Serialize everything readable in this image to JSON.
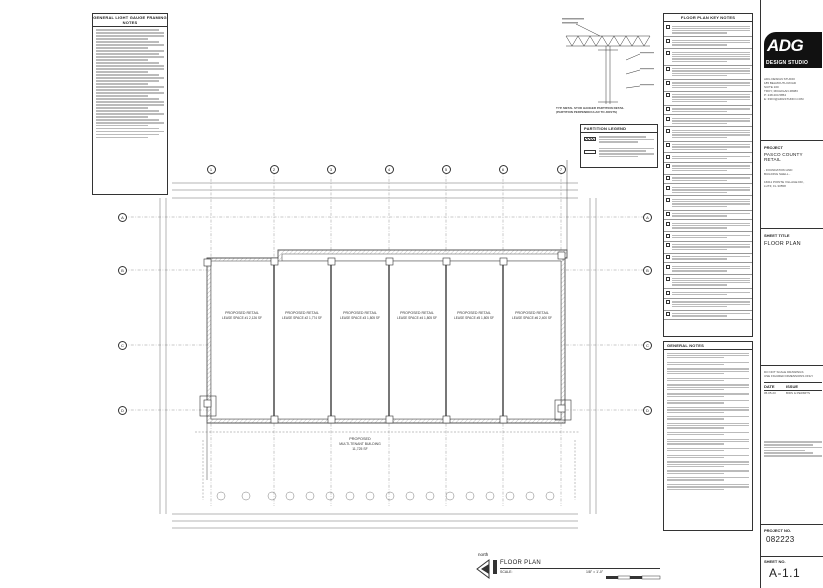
{
  "firm": {
    "logo": "ADG",
    "name": "DESIGN STUDIO",
    "address_lines": [
      "ADG DESIGN STUDIO",
      "185 BELMOUTH ROAD",
      "SUITE 100",
      "TROY, MICHIGAN 48083",
      "P: 248.204.5854",
      "E: INFO@ADGSTUDIO.COM"
    ]
  },
  "project": {
    "label": "PROJECT",
    "name_lines": [
      "PASCO COUNTY",
      "RETAIL"
    ],
    "sub_lines": [
      "- FOUNDATION AND",
      "BUILDING SHELL -",
      "",
      "16611 POINTE VILLAGE DR.,",
      "LUTZ, FL 33558"
    ]
  },
  "sheet": {
    "title_label": "SHEET TITLE",
    "title": "FLOOR PLAN",
    "note_lines": [
      "DO NOT SCALE DRAWINGS",
      "USE FIGURED DIMENSIONS ONLY"
    ],
    "issue_headers": [
      "DATE",
      "ISSUE"
    ],
    "issue_row": [
      "05.05.23",
      "BIDS & PERMITS"
    ],
    "project_no_label": "PROJECT NO.",
    "project_no": "082223",
    "sheet_no_label": "SHEET NO.",
    "sheet_no": "A-1.1"
  },
  "notes": {
    "framing_title": "GENERAL LIGHT GAUGE FRAMING NOTES",
    "keynotes_title": "FLOOR PLAN KEY NOTES",
    "general_title": "GENERAL NOTES",
    "partition_title": "PARTITION LEGEND",
    "partition_detail_caption_1": "TYP. METAL STUD HANGER PARTITION DETAIL",
    "partition_detail_caption_2": "(PARTITION PERPENDICULAR TO JOISTS)"
  },
  "plan": {
    "spaces": [
      {
        "line1": "PROPOSED RETAIL",
        "line2": "LEASE SPACE #1 2,126 SF"
      },
      {
        "line1": "PROPOSED RETAIL",
        "line2": "LEASE SPACE #2 1,774 SF"
      },
      {
        "line1": "PROPOSED RETAIL",
        "line2": "LEASE SPACE #3 1,805 SF"
      },
      {
        "line1": "PROPOSED RETAIL",
        "line2": "LEASE SPACE #4 1,805 SF"
      },
      {
        "line1": "PROPOSED RETAIL",
        "line2": "LEASE SPACE #5 1,805 SF"
      },
      {
        "line1": "PROPOSED RETAIL",
        "line2": "LEASE SPACE #6 2,400 SF"
      }
    ],
    "building_line1": "PROPOSED",
    "building_line2": "MULTI-TENANT BUILDING",
    "building_line3": "11,725 SF",
    "grid_top": [
      "1",
      "2",
      "3",
      "4",
      "5",
      "6",
      "7"
    ],
    "grid_side": [
      "A",
      "B",
      "C",
      "D"
    ]
  },
  "caption": {
    "north": "north",
    "title": "FLOOR PLAN",
    "scale_label": "SCALE:",
    "scale": "1/8\" = 1'-0\""
  },
  "colors": {
    "line": "#333333",
    "wall": "#555555",
    "hatch": "#9a9a9a"
  }
}
